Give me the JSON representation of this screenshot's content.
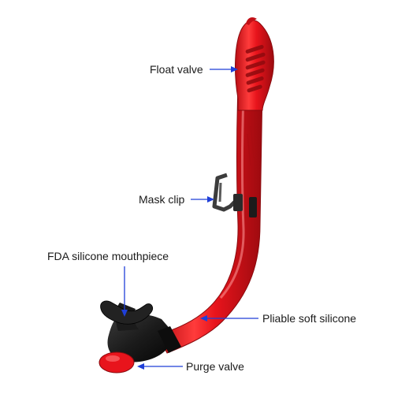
{
  "labels": {
    "float_valve": "Float valve",
    "mask_clip": "Mask clip",
    "mouthpiece": "FDA silicone mouthpiece",
    "soft_silicone": "Pliable soft silicone",
    "purge_valve": "Purge valve"
  },
  "colors": {
    "tube_red": "#e8141c",
    "tube_highlight": "#ff6b6b",
    "tube_shadow": "#a30b10",
    "black_parts": "#1b1b1b",
    "clip_gray": "#4a4a4a",
    "leader_blue": "#1f3fd8"
  }
}
